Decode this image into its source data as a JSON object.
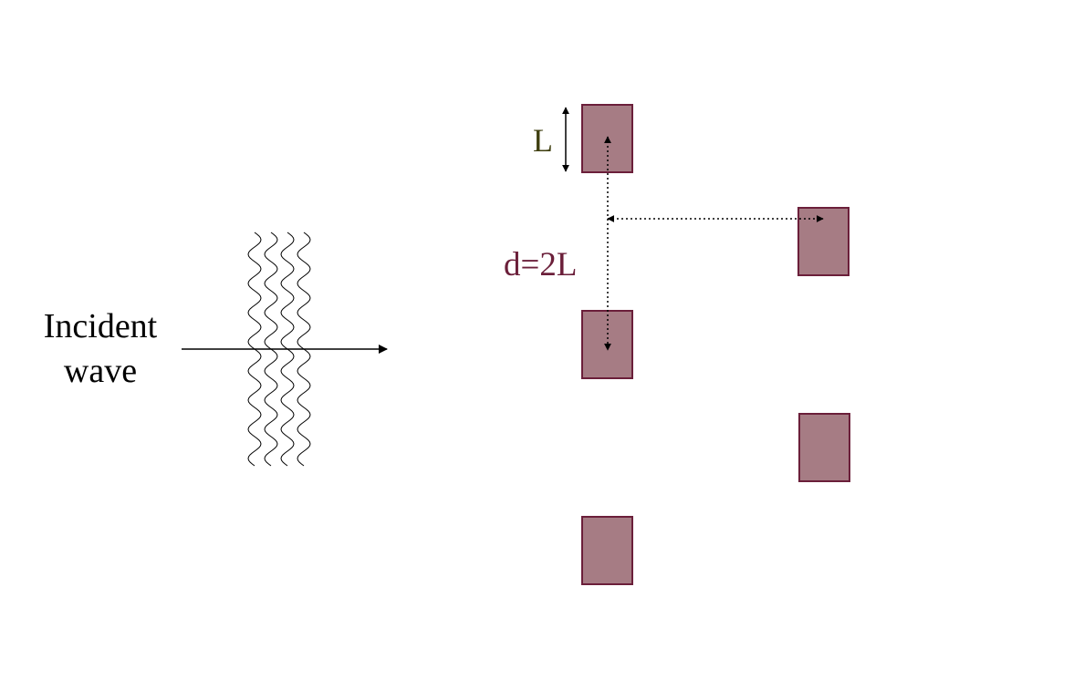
{
  "labels": {
    "incident_line1": "Incident",
    "incident_line2": "wave",
    "length": "L",
    "distance": "d=2L"
  },
  "colors": {
    "block_fill": "#a67c84",
    "block_stroke": "#6b1f3a",
    "length_label": "#3f3f10",
    "distance_label": "#6b1f3a",
    "lines": "#000000"
  }
}
